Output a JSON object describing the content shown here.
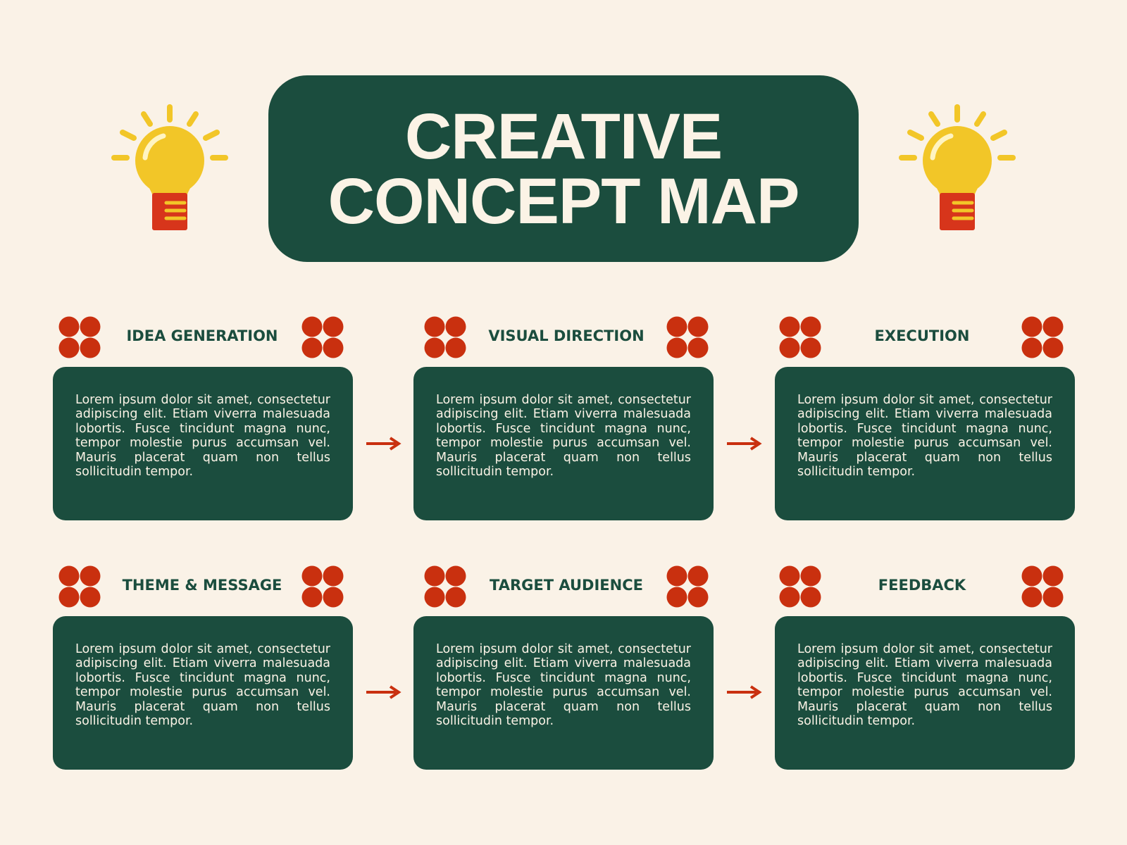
{
  "title": {
    "line1": "CREATIVE",
    "line2": "CONCEPT MAP"
  },
  "icons": {
    "bulb": "lightbulb-icon",
    "clover": "four-circle-clover-icon",
    "arrow": "arrow-right-icon"
  },
  "colors": {
    "background": "#FAF2E7",
    "card": "#1B4D3E",
    "accent": "#C9300F",
    "bulb": "#F2C628",
    "text_light": "#FBF3E6"
  },
  "rows": [
    {
      "steps": [
        {
          "heading": "IDEA GENERATION",
          "body": "Lorem ipsum dolor sit amet, consectetur adipiscing elit. Etiam viverra malesuada lobortis. Fusce tincidunt magna nunc, tempor molestie purus accumsan vel. Mauris placerat quam non tellus sollicitudin tempor."
        },
        {
          "heading": "VISUAL DIRECTION",
          "body": "Lorem ipsum dolor sit amet, consectetur adipiscing elit. Etiam viverra malesuada lobortis. Fusce tincidunt magna nunc, tempor molestie purus accumsan vel. Mauris placerat quam non tellus sollicitudin tempor."
        },
        {
          "heading": "EXECUTION",
          "body": "Lorem ipsum dolor sit amet, consectetur adipiscing elit. Etiam viverra malesuada lobortis. Fusce tincidunt magna nunc, tempor molestie purus accumsan vel. Mauris placerat quam non tellus sollicitudin tempor."
        }
      ]
    },
    {
      "steps": [
        {
          "heading": "THEME & MESSAGE",
          "body": "Lorem ipsum dolor sit amet, consectetur adipiscing elit. Etiam viverra malesuada lobortis. Fusce tincidunt magna nunc, tempor molestie purus accumsan vel. Mauris placerat quam non tellus sollicitudin tempor."
        },
        {
          "heading": "TARGET AUDIENCE",
          "body": "Lorem ipsum dolor sit amet, consectetur adipiscing elit. Etiam viverra malesuada lobortis. Fusce tincidunt magna nunc, tempor molestie purus accumsan vel. Mauris placerat quam non tellus sollicitudin tempor."
        },
        {
          "heading": "FEEDBACK",
          "body": "Lorem ipsum dolor sit amet, consectetur adipiscing elit. Etiam viverra malesuada lobortis. Fusce tincidunt magna nunc, tempor molestie purus accumsan vel. Mauris placerat quam non tellus sollicitudin tempor."
        }
      ]
    }
  ]
}
